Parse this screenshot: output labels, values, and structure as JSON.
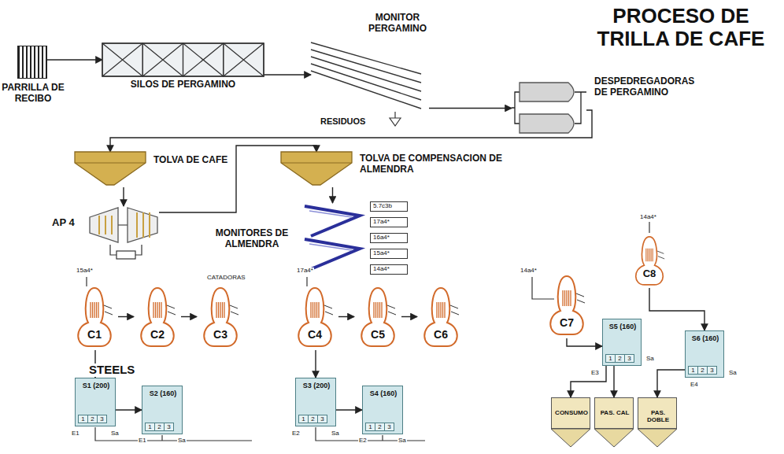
{
  "diagram": {
    "title": "PROCESO DE TRILLA DE CAFE",
    "nodes": [
      {
        "text": [
          "PARRILLA DE RECIBO"
        ]
      },
      {
        "text": [
          "SILOS DE PERGAMINO"
        ]
      },
      {
        "text": [
          "MONITOR PERGAMINO",
          "RESIDUOS"
        ]
      },
      {
        "text": [
          "DESPEDREGADORAS DE PERGAMINO"
        ]
      },
      {
        "text": [
          "TOLVA DE CAFE"
        ]
      },
      {
        "text": [
          "AP 4"
        ]
      },
      {
        "text": [
          "TOLVA DE COMPENSACION DE ALMENDRA"
        ]
      },
      {
        "text": [
          "MONITORES DE ALMENDRA"
        ]
      },
      {
        "text": [
          "C1"
        ]
      },
      {
        "text": [
          "C2"
        ]
      },
      {
        "text": [
          "C3"
        ]
      },
      {
        "text": [
          "C4"
        ]
      },
      {
        "text": [
          "C5"
        ]
      },
      {
        "text": [
          "C6"
        ]
      },
      {
        "text": [
          "C7"
        ]
      },
      {
        "text": [
          "C8"
        ]
      },
      {
        "text": [
          "S1 (200)",
          "1",
          "2",
          "3"
        ]
      },
      {
        "text": [
          "S2 (160)",
          "1",
          "2",
          "3"
        ]
      },
      {
        "text": [
          "S3 (200)",
          "1",
          "2",
          "3"
        ]
      },
      {
        "text": [
          "S4 (160)",
          "1",
          "2",
          "3"
        ]
      },
      {
        "text": [
          "S5 (160)",
          "1",
          "2",
          "3"
        ]
      },
      {
        "text": [
          "S6 (160)",
          "1",
          "2",
          "3"
        ]
      },
      {
        "text": [
          "CONSUMO"
        ]
      },
      {
        "text": [
          "PAS. CAL"
        ]
      },
      {
        "text": [
          "PAS. DOBLE"
        ]
      }
    ],
    "edges": [
      {
        "from": 0,
        "to": 1,
        "arrow": "to"
      },
      {
        "from": 1,
        "to": 2,
        "arrow": "to"
      },
      {
        "from": 2,
        "to": 3,
        "arrow": "to"
      },
      {
        "from": 3,
        "to": 4,
        "arrow": "to"
      },
      {
        "from": 4,
        "to": 5,
        "arrow": "to"
      },
      {
        "from": 5,
        "to": 6,
        "arrow": "to"
      },
      {
        "from": 6,
        "to": 7,
        "arrow": "to"
      },
      {
        "from": 8,
        "to": 9,
        "arrow": "to"
      },
      {
        "from": 9,
        "to": 10,
        "arrow": "to"
      },
      {
        "from": 8,
        "to": 16,
        "arrow": "to"
      },
      {
        "from": 16,
        "to": 17,
        "arrow": "to"
      },
      {
        "from": 11,
        "to": 12,
        "arrow": "to"
      },
      {
        "from": 12,
        "to": 13,
        "arrow": "to"
      },
      {
        "from": 11,
        "to": 18,
        "arrow": "to"
      },
      {
        "from": 18,
        "to": 19,
        "arrow": "to"
      },
      {
        "from": 14,
        "to": 20,
        "arrow": "to"
      },
      {
        "from": 15,
        "to": 21,
        "arrow": "to"
      },
      {
        "from": 20,
        "to": 22,
        "arrow": "to"
      },
      {
        "from": 20,
        "to": 23,
        "arrow": "to"
      },
      {
        "from": 21,
        "to": 24,
        "arrow": "to"
      }
    ],
    "labels": [
      "CATADORAS",
      "STEELS",
      "15a4*",
      "17a4*",
      "14a4*",
      "14a4*",
      "5.7c3b",
      "17a4*",
      "16a4*",
      "15a4*",
      "14a4*",
      "E1",
      "Sa",
      "E1",
      "Sa",
      "E2",
      "Sa",
      "E2",
      "Sa",
      "E3",
      "Sa",
      "E4",
      "Sa"
    ]
  }
}
